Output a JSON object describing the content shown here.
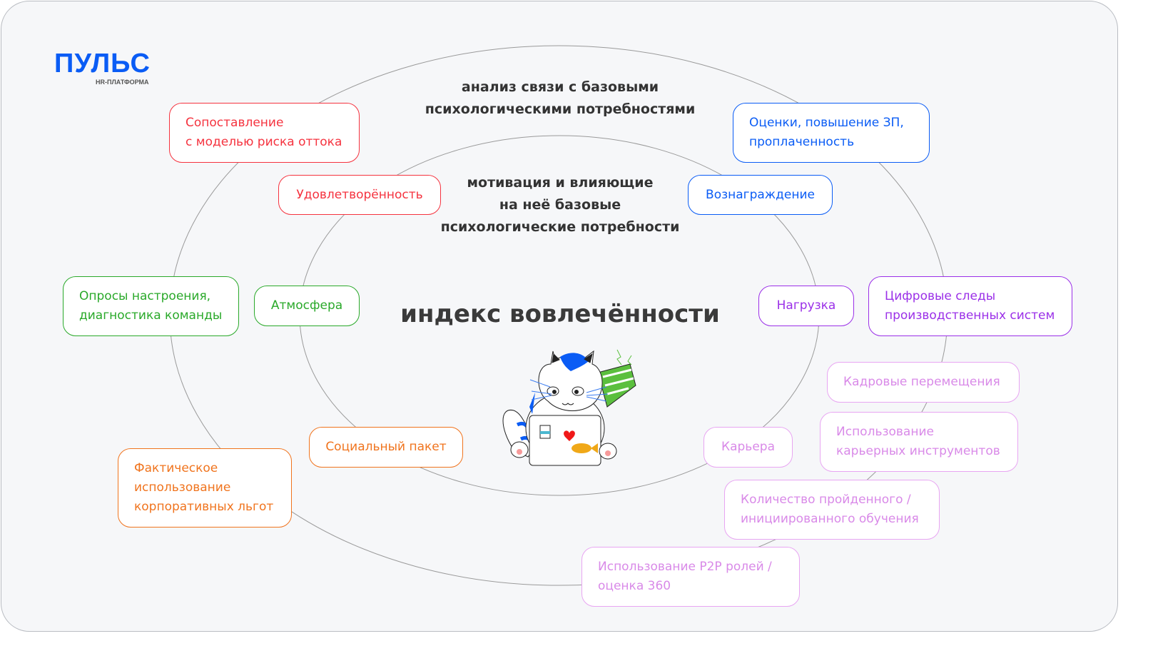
{
  "logo": {
    "main": "ПУЛЬС",
    "sub": "HR-ПЛАТФОРМА"
  },
  "center_title": "индекс вовлечённости",
  "outer_label": [
    "анализ связи с базовыми",
    "психологическими потребностями"
  ],
  "inner_label": [
    "мотивация и влияющие",
    "на неё базовые",
    "психологические потребности"
  ],
  "colors": {
    "red": "#f5333f",
    "blue": "#0a5cf5",
    "green": "#2aa92a",
    "purple": "#9b30e8",
    "orange": "#f0741e",
    "pink": "#d98ae8"
  },
  "boxes": {
    "churn": [
      "Сопоставление",
      "с моделью риска оттока"
    ],
    "satisfaction": [
      "Удовлетворённость"
    ],
    "ratings": [
      "Оценки, повышение ЗП,",
      "проплаченность"
    ],
    "reward": [
      "Вознаграждение"
    ],
    "surveys": [
      "Опросы настроения,",
      "диагностика команды"
    ],
    "atmosphere": [
      "Атмосфера"
    ],
    "workload": [
      "Нагрузка"
    ],
    "digital": [
      "Цифровые следы",
      "производственных систем"
    ],
    "transfers": [
      "Кадровые перемещения"
    ],
    "career_tools": [
      "Использование",
      "карьерных инструментов"
    ],
    "social": [
      "Социальный пакет"
    ],
    "career": [
      "Карьера"
    ],
    "benefits": [
      "Фактическое",
      "использование",
      "корпоративных льгот"
    ],
    "training": [
      "Количество пройденного /",
      "инициированного обучения"
    ],
    "p2p": [
      "Использование P2P ролей /",
      "оценка 360"
    ]
  }
}
